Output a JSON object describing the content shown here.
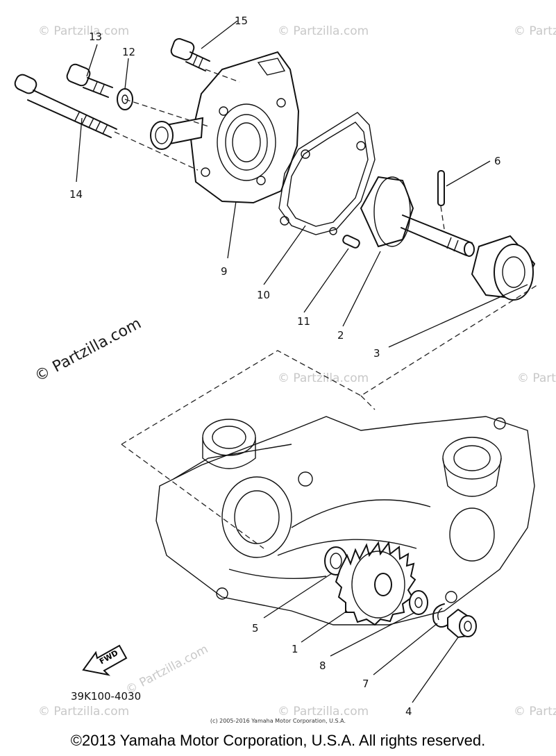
{
  "watermark": "© Partzilla.com",
  "watermark_main": "© Partzilla.com",
  "diagram_code": "39K100-4030",
  "fwd_label": "FWD",
  "small_copyright": "(c) 2005-2016 Yamaha Motor Corporation, U.S.A.",
  "footer": "©2013 Yamaha Motor Corporation, U.S.A. All rights reserved.",
  "callouts": {
    "c1": "1",
    "c2": "2",
    "c3": "3",
    "c4": "4",
    "c5": "5",
    "c6": "6",
    "c7": "7",
    "c8": "8",
    "c9": "9",
    "c10": "10",
    "c11": "11",
    "c12": "12",
    "c13": "13",
    "c14": "14",
    "c15": "15"
  }
}
